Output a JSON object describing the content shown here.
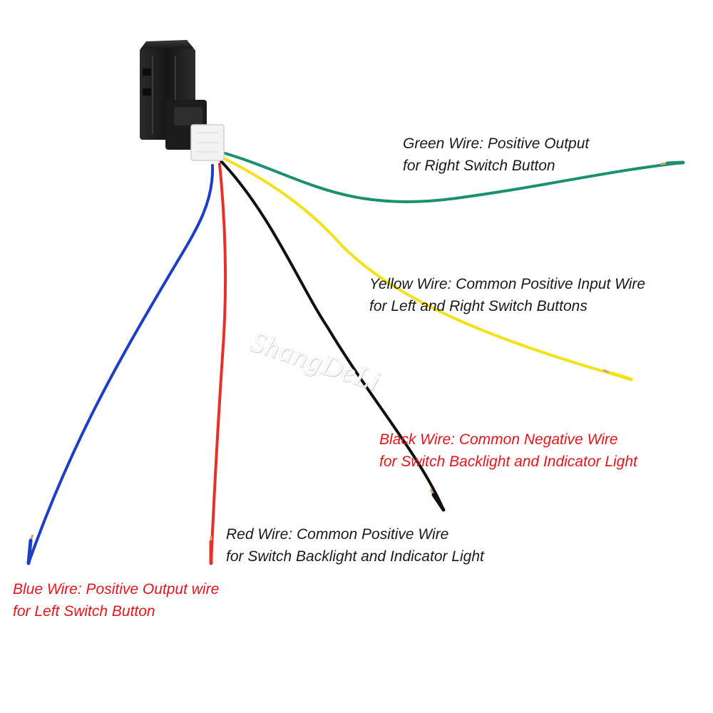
{
  "colors": {
    "green": "#1a9070",
    "yellow": "#f2e21b",
    "black": "#111111",
    "red": "#e8302b",
    "blue": "#1c3fc6",
    "label_dark": "#1a1a1a",
    "label_red": "#e4161c",
    "connector": "#1b1b1b",
    "plug": "#f2f2f2",
    "copper": "#d7a06a"
  },
  "watermark": "ShangDeLi",
  "labels": {
    "green": {
      "line1": "Green Wire: Positive Output",
      "line2": "for Right Switch Button",
      "color": "#1a1a1a"
    },
    "yellow": {
      "line1": "Yellow Wire: Common Positive Input Wire",
      "line2": "for Left and Right Switch Buttons",
      "color": "#1a1a1a"
    },
    "black": {
      "line1": "Black Wire: Common Negative Wire",
      "line2": "for Switch Backlight and Indicator Light",
      "color": "#e4161c"
    },
    "red": {
      "line1": "Red Wire: Common Positive Wire",
      "line2": "for Switch Backlight and Indicator Light",
      "color": "#1a1a1a"
    },
    "blue": {
      "line1": "Blue Wire: Positive Output wire",
      "line2": "for Left Switch Button",
      "color": "#e4161c"
    }
  }
}
